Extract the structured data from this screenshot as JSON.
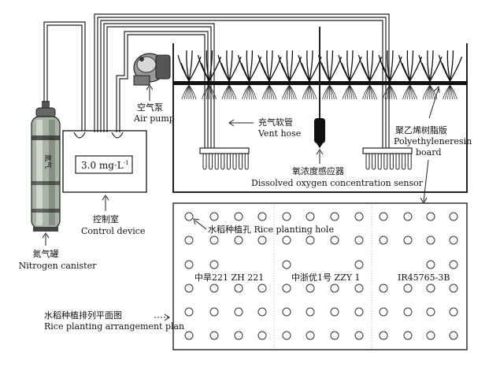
{
  "readout": "3.0 mg·L",
  "readout_sup": "-1",
  "labels": {
    "air_pump_cn": "空气泵",
    "air_pump_en": "Air pump",
    "vent_hose_cn": "充气软管",
    "vent_hose_en": "Vent hose",
    "sensor_cn": "氧浓度感应器",
    "sensor_en": "Dissolved oxygen concentration sensor",
    "board_cn": "聚乙烯树脂版",
    "board_en_1": "Polyethyleneresin",
    "board_en_2": "board",
    "control_cn": "控制室",
    "control_en": "Control device",
    "canister_cn": "氮气罐",
    "canister_en": "Nitrogen canister",
    "hole_label": "水稻种植孔 Rice planting hole",
    "plan_cn": "水稻种植排列平面图",
    "plan_en": "Rice planting arrangement plan"
  },
  "varieties": [
    "中旱221 ZH 221",
    "中浙优1号 ZZY 1",
    "IR45765-3B"
  ],
  "canister_text": "氮气"
}
